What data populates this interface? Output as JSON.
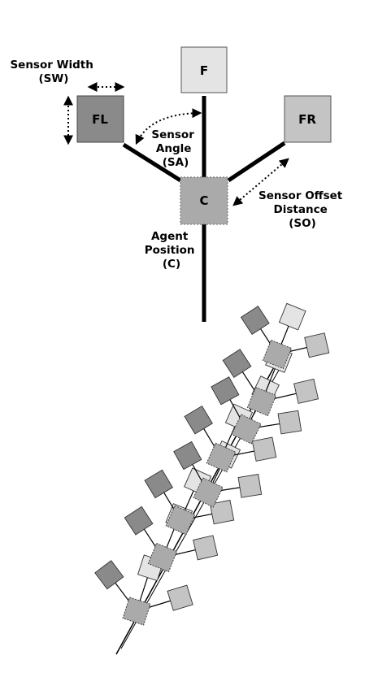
{
  "sensors": {
    "front": "F",
    "front_left": "FL",
    "front_right": "FR",
    "center": "C"
  },
  "annotations": {
    "sensor_width": [
      "Sensor Width",
      "(SW)"
    ],
    "sensor_angle": [
      "Sensor",
      "Angle",
      "(SA)"
    ],
    "sensor_offset": [
      "Sensor Offset",
      "Distance",
      "(SO)"
    ],
    "agent_position": [
      "Agent",
      "Position",
      "(C)"
    ]
  },
  "colors": {
    "front": "#e4e4e4",
    "front_left": "#8a8a8a",
    "front_right": "#c4c4c4",
    "center": "#aaaaaa",
    "line": "#000000"
  }
}
